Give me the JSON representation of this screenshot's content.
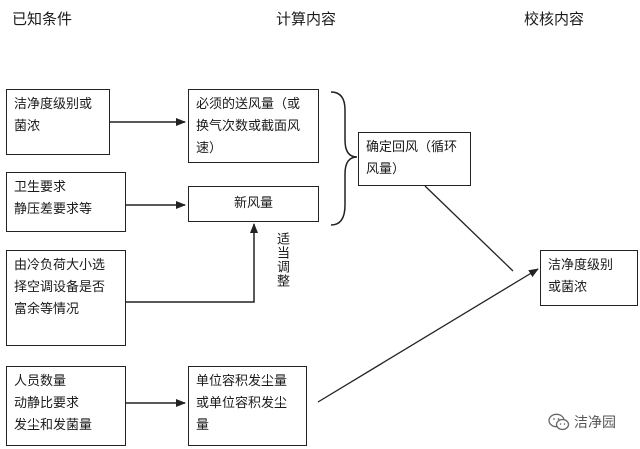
{
  "headers": {
    "known": "已知条件",
    "calc": "计算内容",
    "check": "校核内容"
  },
  "left_boxes": [
    [
      "洁净度级别或",
      "菌浓"
    ],
    [
      "卫生要求",
      "静压差要求等"
    ],
    [
      "由冷负荷大小选",
      "择空调设备是否",
      "富余等情况"
    ],
    [
      "人员数量",
      "动静比要求",
      "发尘和发菌量"
    ]
  ],
  "mid_boxes": [
    [
      "必须的送风量（或",
      "换气次数或截面风",
      "速）"
    ],
    [
      "新风量"
    ],
    [
      "单位容积发尘量",
      "或单位容积发尘",
      "量"
    ]
  ],
  "return_box": [
    "确定回风（循环",
    "风量）"
  ],
  "result_box": [
    "洁净度级别",
    "或菌浓"
  ],
  "side_label": "适当调整",
  "watermark": {
    "text": "洁净园",
    "icon": "wechat-icon"
  },
  "colors": {
    "line": "#222222",
    "background": "#ffffff"
  }
}
